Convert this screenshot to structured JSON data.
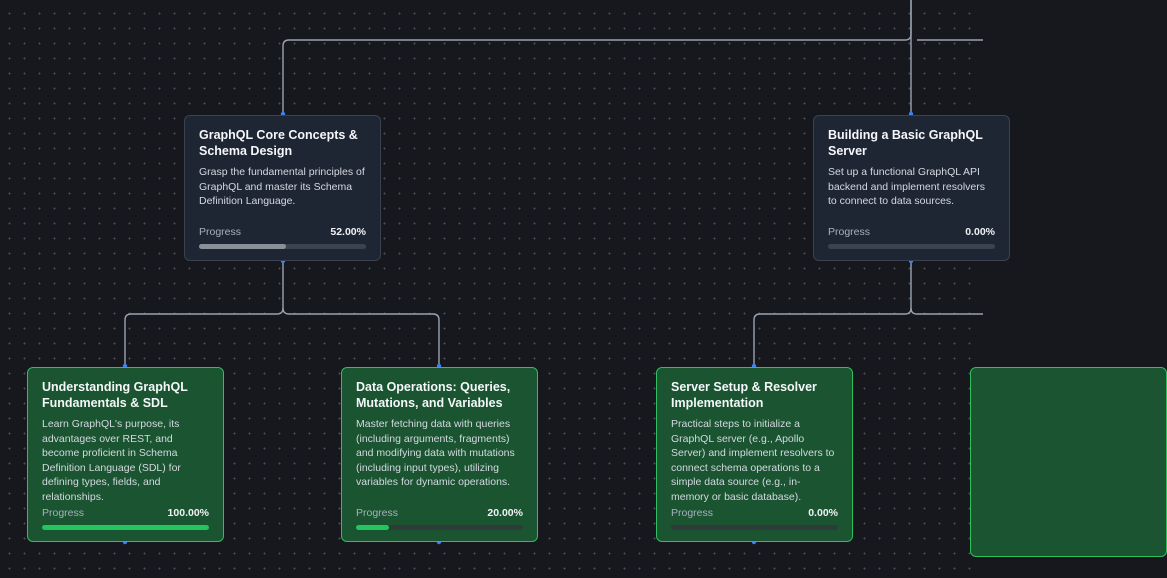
{
  "colors": {
    "background": "#16181d",
    "edge": "#9aa3b2",
    "handle": "#3b82f6",
    "section_bg": "#1f2633",
    "topic_bg": "#1a5430",
    "topic_border": "#2fbf5f",
    "progress_fill_section": "#8a9098",
    "progress_fill_topic": "#22c55e"
  },
  "nodes": {
    "core": {
      "title": "GraphQL Core Concepts & Schema Design",
      "description": "Grasp the fundamental principles of GraphQL and master its Schema Definition Language.",
      "progress_label": "Progress",
      "progress_text": "52.00%",
      "progress": 0.52
    },
    "server": {
      "title": "Building a Basic GraphQL Server",
      "description": "Set up a functional GraphQL API backend and implement resolvers to connect to data sources.",
      "progress_label": "Progress",
      "progress_text": "0.00%",
      "progress": 0.0
    },
    "fundamentals": {
      "title": "Understanding GraphQL Fundamentals & SDL",
      "description": "Learn GraphQL's purpose, its advantages over REST, and become proficient in Schema Definition Language (SDL) for defining types, fields, and relationships.",
      "progress_label": "Progress",
      "progress_text": "100.00%",
      "progress": 1.0
    },
    "operations": {
      "title": "Data Operations: Queries, Mutations, and Variables",
      "description": "Master fetching data with queries (including arguments, fragments) and modifying data with mutations (including input types), utilizing variables for dynamic operations.",
      "progress_label": "Progress",
      "progress_text": "20.00%",
      "progress": 0.2
    },
    "resolvers": {
      "title": "Server Setup & Resolver Implementation",
      "description": "Practical steps to initialize a GraphQL server (e.g., Apollo Server) and implement resolvers to connect schema operations to a simple data source (e.g., in-memory or basic database).",
      "progress_label": "Progress",
      "progress_text": "0.00%",
      "progress": 0.0
    }
  }
}
